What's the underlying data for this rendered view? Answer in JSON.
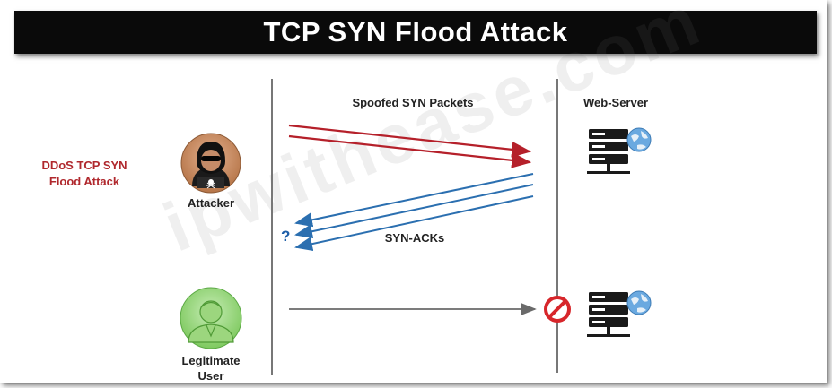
{
  "title": "TCP SYN Flood Attack",
  "left_note": [
    "DDoS TCP SYN",
    "Flood Attack"
  ],
  "attacker": {
    "label": "Attacker"
  },
  "legit_user": {
    "label": [
      "Legitimate",
      "User"
    ]
  },
  "server": {
    "label": "Web-Server"
  },
  "flows": {
    "spoofed_label": "Spoofed SYN Packets",
    "synack_label": "SYN-ACKs",
    "question_mark": "?"
  },
  "watermark": "ipwithease.com",
  "colors": {
    "syn_arrow": "#b5202a",
    "synack_arrow": "#2b6fb0",
    "legit_arrow": "#6a6a6a",
    "block_icon": "#d7262b"
  },
  "icons": [
    "hacker-avatar-icon",
    "user-avatar-icon",
    "server-globe-icon",
    "blocked-icon"
  ]
}
